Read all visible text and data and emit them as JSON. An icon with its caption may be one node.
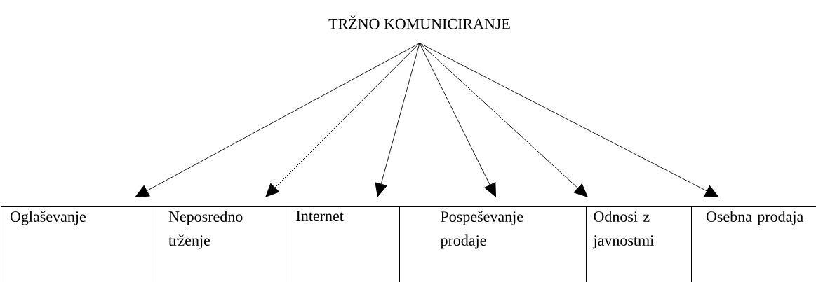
{
  "diagram": {
    "nodes": [
      {
        "text": [
          "TRŽNO KOMUNICIRANJE"
        ]
      },
      {
        "text": [
          "Oglaševanje"
        ]
      },
      {
        "text": [
          "Neposredno trženje"
        ]
      },
      {
        "text": [
          "Internet"
        ]
      },
      {
        "text": [
          "Pospeševanje prodaje"
        ]
      },
      {
        "text": [
          "Odnosi z javnostmi"
        ]
      },
      {
        "text": [
          "Osebna prodaja"
        ]
      }
    ],
    "edges": [
      {
        "from": 0,
        "to": 1,
        "arrow": "to"
      },
      {
        "from": 0,
        "to": 2,
        "arrow": "to"
      },
      {
        "from": 0,
        "to": 3,
        "arrow": "to"
      },
      {
        "from": 0,
        "to": 4,
        "arrow": "to"
      },
      {
        "from": 0,
        "to": 5,
        "arrow": "to"
      },
      {
        "from": 0,
        "to": 6,
        "arrow": "to"
      }
    ]
  }
}
